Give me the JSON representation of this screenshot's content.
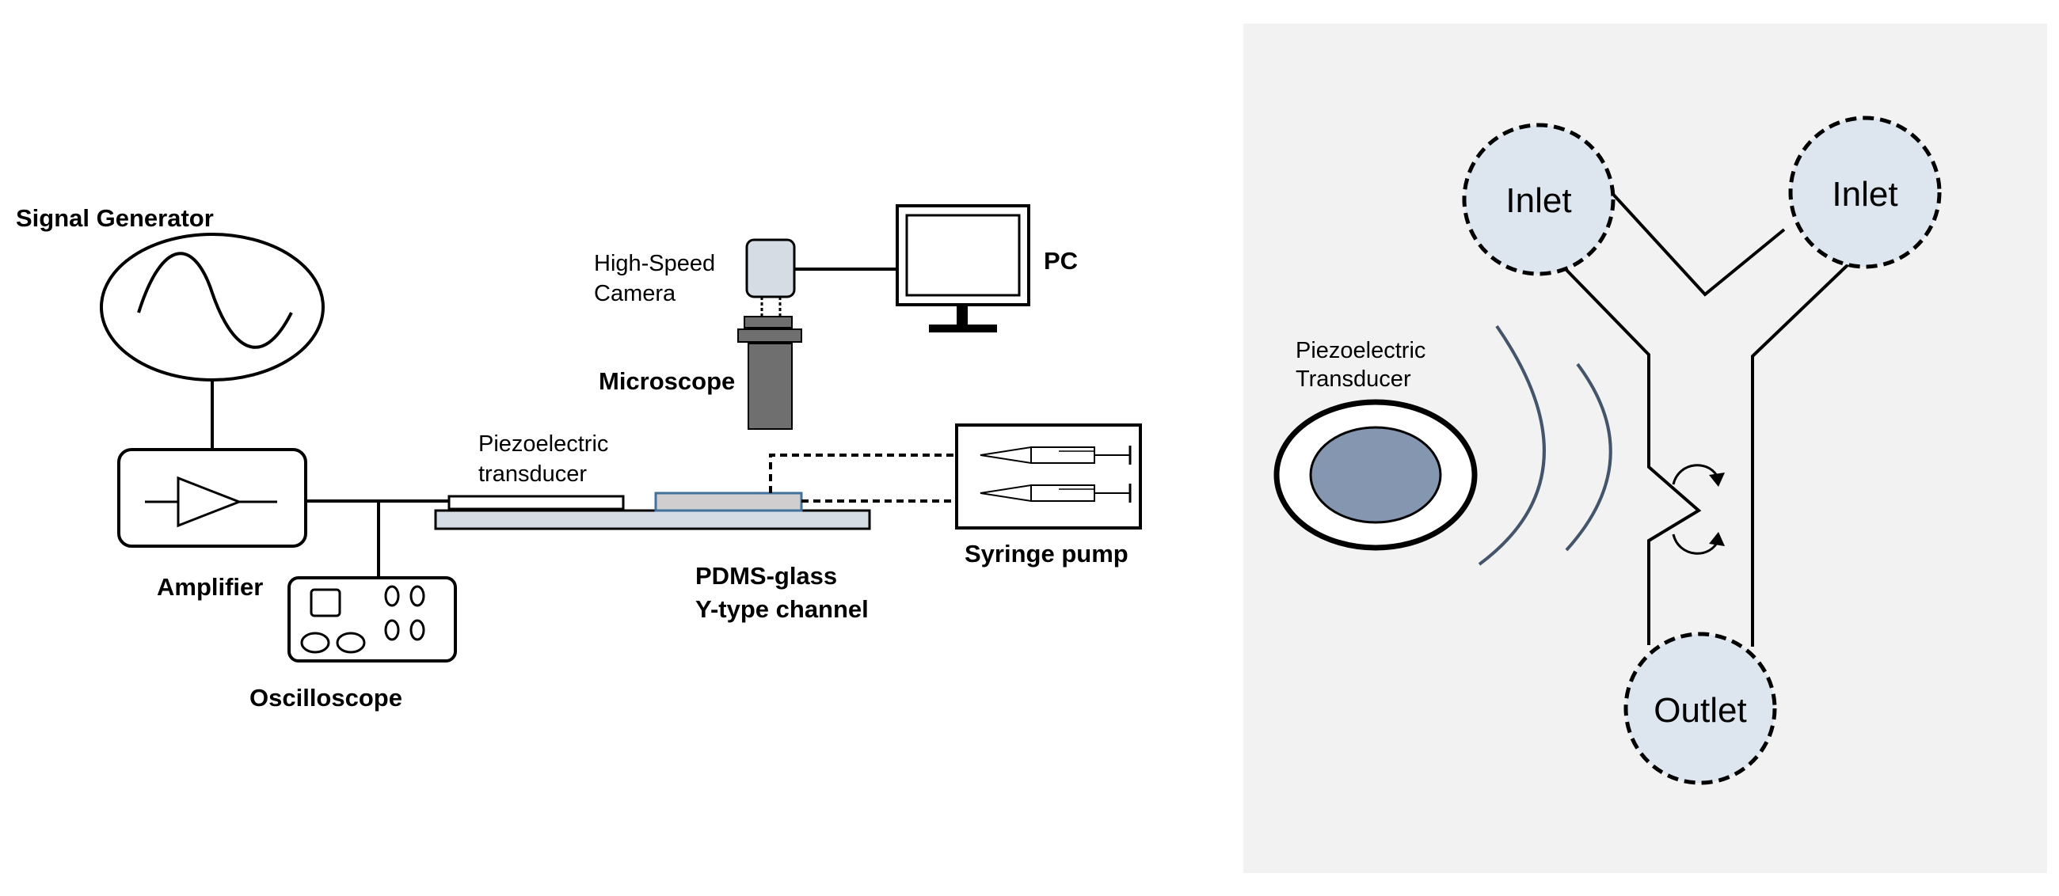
{
  "left_panel": {
    "signal_generator": "Signal Generator",
    "amplifier": "Amplifier",
    "oscilloscope": "Oscilloscope",
    "piezo_line1": "Piezoelectric",
    "piezo_line2": "transducer",
    "camera_line1": "High-Speed",
    "camera_line2": "Camera",
    "microscope": "Microscope",
    "pc": "PC",
    "channel_line1": "PDMS-glass",
    "channel_line2": "Y-type channel",
    "syringe_pump": "Syringe pump"
  },
  "right_panel": {
    "piezo_line1": "Piezoelectric",
    "piezo_line2": "Transducer",
    "inlet_left": "Inlet",
    "inlet_right": "Inlet",
    "outlet": "Outlet"
  },
  "colors": {
    "panel_bg": "#f2f2f2",
    "port_fill": "#dde6ef",
    "transducer_fill": "#8496b0",
    "wave_stroke": "#44546a",
    "camera_fill": "#d6dce4",
    "microscope_fill": "#6f6f6f",
    "channel_outline": "#41719c"
  }
}
